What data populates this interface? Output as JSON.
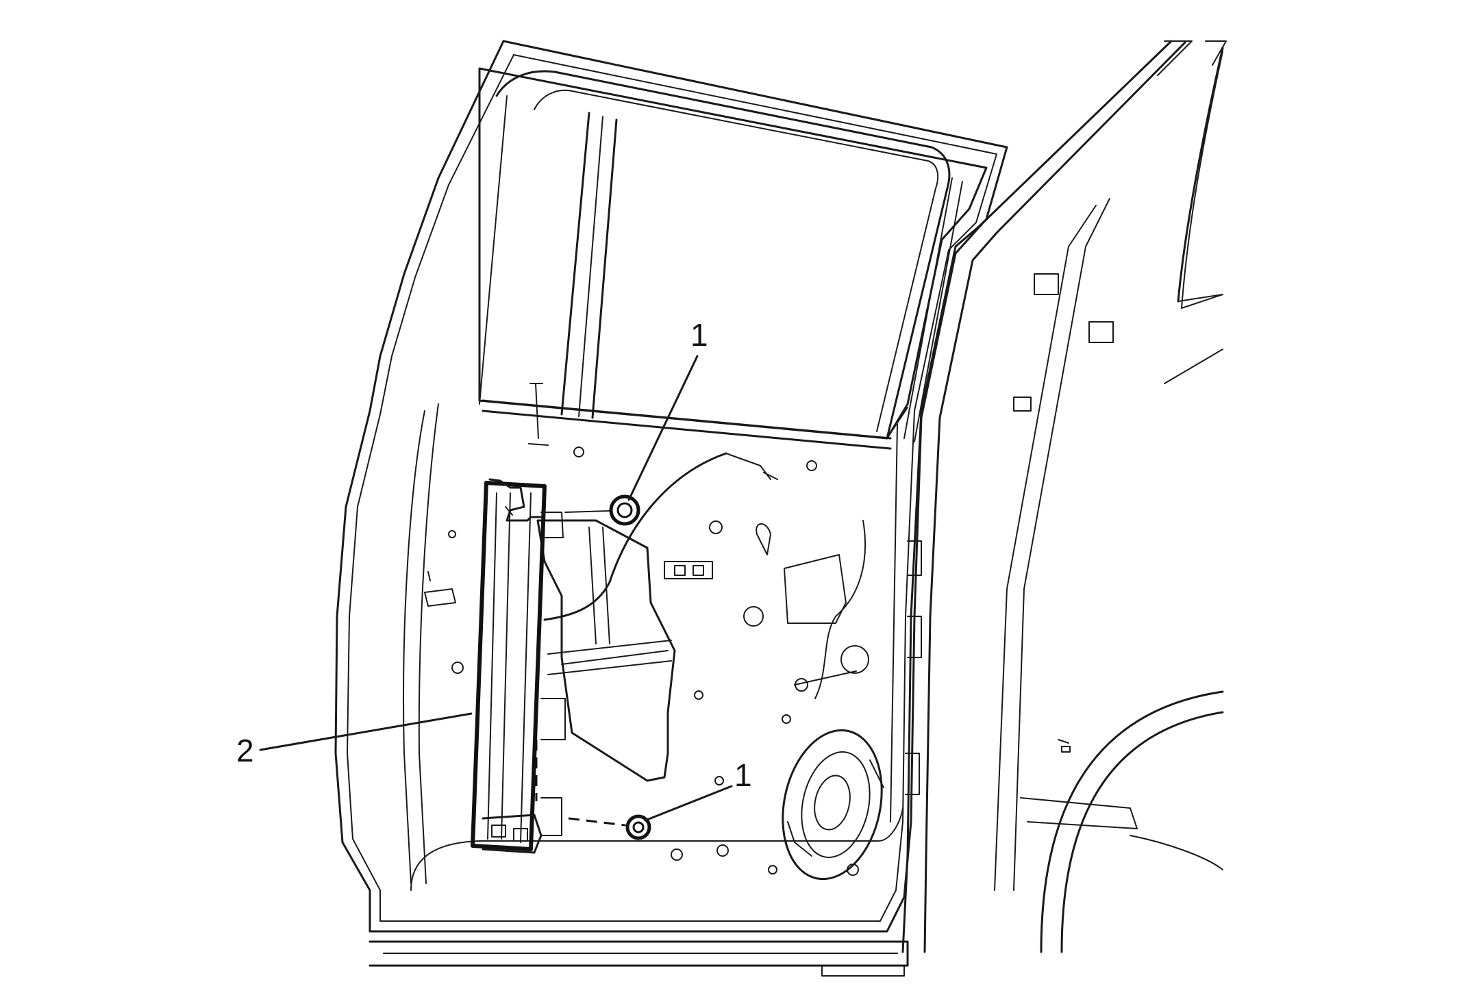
{
  "callouts": {
    "fastener_upper": "1",
    "fastener_lower": "1",
    "rail": "2"
  }
}
